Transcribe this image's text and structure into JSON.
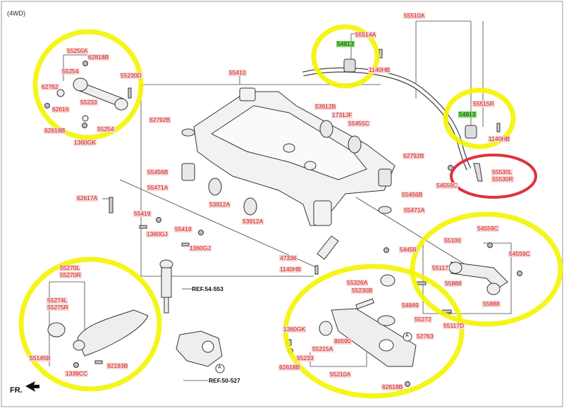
{
  "header": {
    "drive_label": "(4WD)"
  },
  "direction_label": "FR.",
  "references": {
    "ref1": "REF.54-553",
    "ref2": "REF.50-527",
    "circle_a": "A"
  },
  "labels": {
    "p55250A": "55250A",
    "p62818B_a": "62818B",
    "p55254_a": "55254",
    "p55230D": "55230D",
    "p62762": "62762",
    "p62616": "62616",
    "p55233_a": "55233",
    "p55254_b": "55254",
    "p62618B_a": "62618B",
    "p1360GK_a": "1360GK",
    "p55514A": "55514A",
    "p54813_a": "54813",
    "p1140HB_a": "1140HB",
    "p55510A": "55510A",
    "p55515R": "55515R",
    "p54813_b": "54813",
    "p1140HB_b": "1140HB",
    "p55530L": "55530L",
    "p55530R": "55530R",
    "p54559C_a": "54559C",
    "p55410": "55410",
    "p62792B_a": "62792B",
    "p53912B": "53912B",
    "p1731JF": "1731JF",
    "p55455C": "55455C",
    "p62792B_b": "62792B",
    "p55456B_a": "55456B",
    "p55471A_a": "55471A",
    "p53912A_a": "53912A",
    "p55456B_b": "55456B",
    "p55471A_b": "55471A",
    "p62617A": "62617A",
    "p55419_a": "55419",
    "p1360GJ_a": "1360GJ",
    "p55419_b": "55419",
    "p1360GJ_b": "1360GJ",
    "p53912A_b": "53912A",
    "p47336": "47336",
    "p1140HB_c": "1140HB",
    "p54456": "54456",
    "p54559C_b": "54559C",
    "p55100": "55100",
    "p54559C_c": "54559C",
    "p55117": "55117",
    "p55888_a": "55888",
    "p55888_b": "55888",
    "p55117D": "55117D",
    "p55270L": "55270L",
    "p55270R": "55270R",
    "p55274L": "55274L",
    "p55275R": "55275R",
    "p55145B": "55145B",
    "p1339CC": "1339CC",
    "p92193B": "92193B",
    "p55326A": "55326A",
    "p55230B": "55230B",
    "p54849": "54849",
    "p55272": "55272",
    "p1360GK_b": "1360GK",
    "p86590": "86590",
    "p52763": "52763",
    "p55215A": "55215A",
    "p55233_b": "55233",
    "p62618B_b": "62618B",
    "p55210A": "55210A",
    "p62618B_c": "62618B"
  }
}
